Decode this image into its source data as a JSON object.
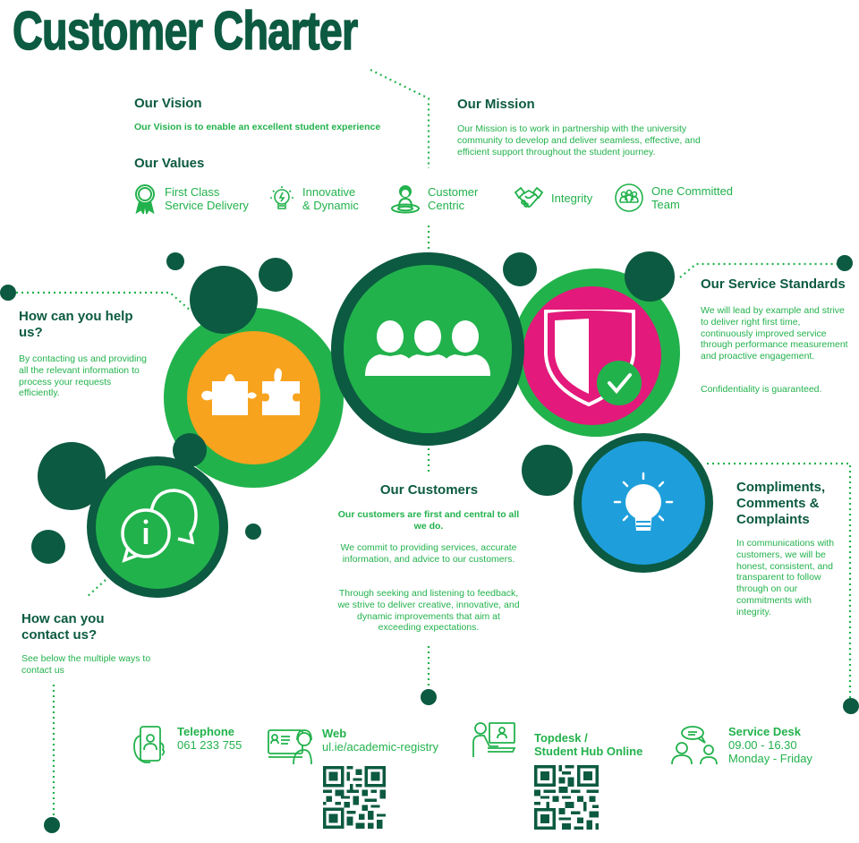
{
  "title": "Customer Charter",
  "colors": {
    "dark_green": "#0c5a41",
    "green": "#22b24c",
    "orange": "#f8a31e",
    "magenta": "#e3197b",
    "blue": "#1e9fdb"
  },
  "vision": {
    "heading": "Our Vision",
    "text": "Our Vision is to enable an excellent student experience"
  },
  "mission": {
    "heading": "Our Mission",
    "text": "Our Mission is to work in partnership with the university community to develop and deliver seamless, effective, and efficient support throughout the student journey."
  },
  "values": {
    "heading": "Our Values",
    "items": [
      {
        "label": "First Class\nService Delivery",
        "icon": "award-ribbon-icon"
      },
      {
        "label": "Innovative\n& Dynamic",
        "icon": "lightbulb-icon"
      },
      {
        "label": "Customer\nCentric",
        "icon": "person-target-icon"
      },
      {
        "label": "Integrity",
        "icon": "handshake-icon"
      },
      {
        "label": "One Committed\nTeam",
        "icon": "team-cycle-icon"
      }
    ]
  },
  "help_us": {
    "heading": "How can you help us?",
    "text": "By contacting us and providing all the relevant information to process your requests efficiently."
  },
  "service_standards": {
    "heading": "Our Service Standards",
    "text": "We will lead by example and strive to deliver right first time, continuously improved service through performance measurement and proactive engagement.",
    "text2": "Confidentiality is guaranteed."
  },
  "customers": {
    "heading": "Our Customers",
    "lead": "Our customers are first and central to all we do.",
    "p1": "We commit to providing services, accurate information, and advice to our customers.",
    "p2": "Through seeking and listening to feedback, we strive to deliver creative, innovative, and dynamic improvements that aim at exceeding expectations."
  },
  "feedback": {
    "heading": "Compliments, Comments & Complaints",
    "text": "In communications with customers, we will be honest, consistent, and transparent to follow through on our commitments with integrity."
  },
  "contact_us": {
    "heading": "How can you contact us?",
    "text": "See below the multiple ways to contact us"
  },
  "contacts": [
    {
      "title": "Telephone",
      "detail": "061 233 755",
      "icon": "phone-person-icon"
    },
    {
      "title": "Web",
      "detail": "ul.ie/academic-registry",
      "icon": "computer-headset-icon",
      "qr": true
    },
    {
      "title": "Topdesk /\nStudent Hub Online",
      "detail": "",
      "icon": "person-at-computer-icon",
      "qr": true
    },
    {
      "title": "Service Desk",
      "detail": "09.00 - 16.30\nMonday - Friday",
      "icon": "conversation-people-icon"
    }
  ]
}
